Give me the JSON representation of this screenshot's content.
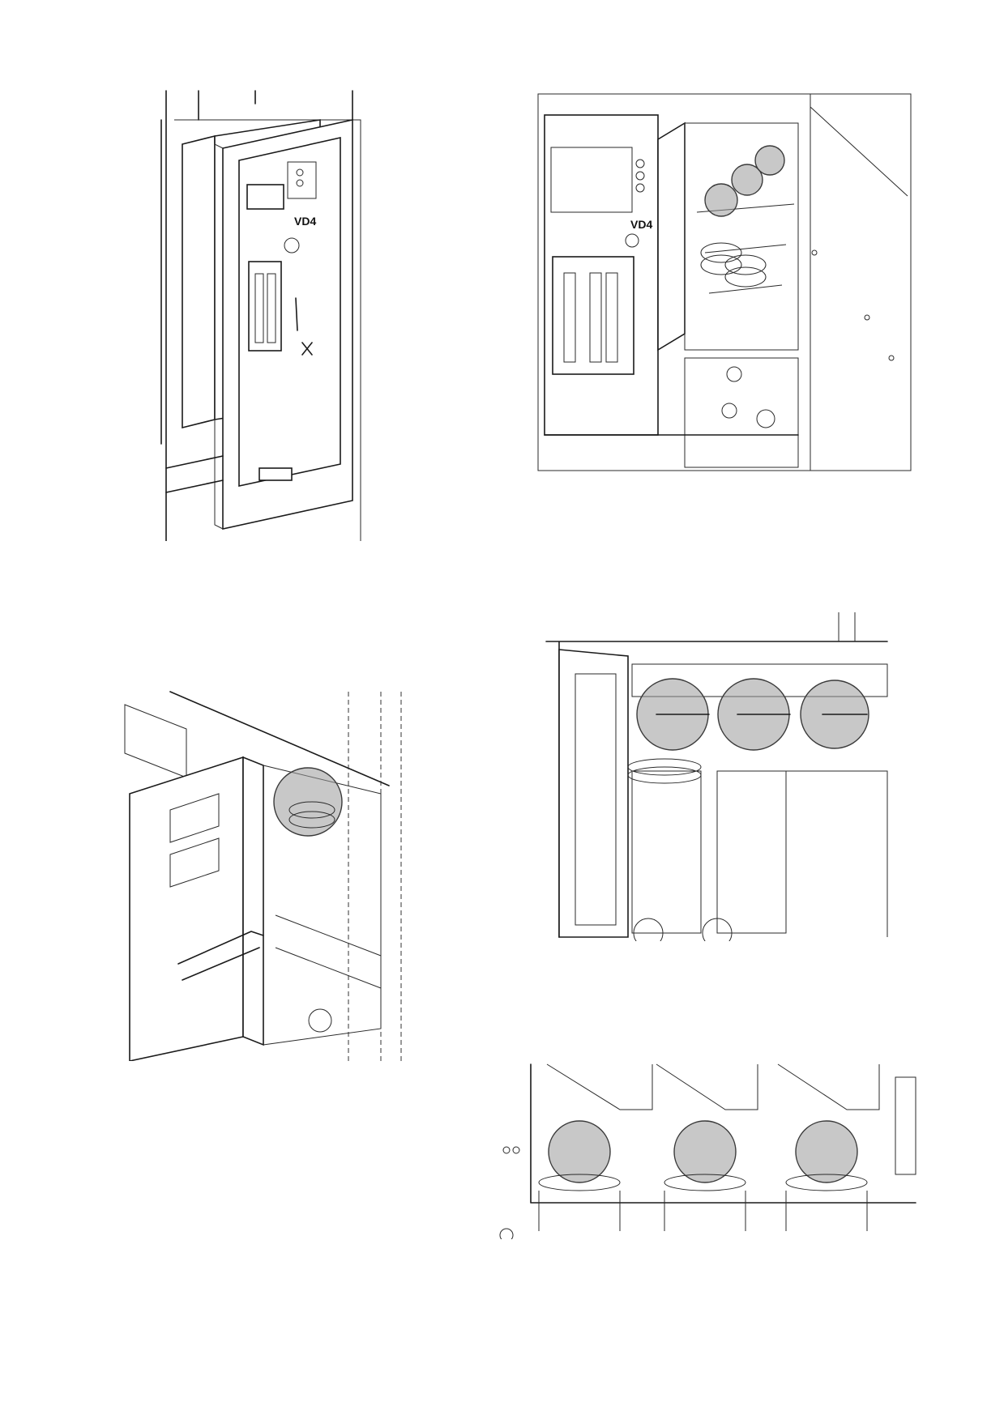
{
  "figures": [
    {
      "id": "fig1",
      "label": "VD4"
    },
    {
      "id": "fig2",
      "label": "VD4"
    },
    {
      "id": "fig3",
      "label": ""
    },
    {
      "id": "fig4",
      "label": ""
    },
    {
      "id": "fig5",
      "label": ""
    }
  ],
  "colors": {
    "line": "#1a1a1a",
    "highlight": "#9b9b9b",
    "background": "#ffffff"
  }
}
